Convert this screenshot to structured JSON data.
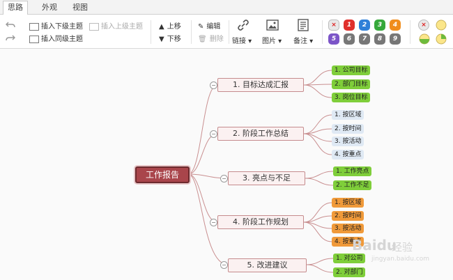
{
  "tabs": [
    {
      "label": "思路",
      "active": true
    },
    {
      "label": "外观",
      "active": false
    },
    {
      "label": "视图",
      "active": false
    }
  ],
  "toolbar": {
    "insert_sub": "插入下级主题",
    "insert_parent": "插入上级主题",
    "insert_sibling": "插入同级主题",
    "move_up": "上移",
    "move_down": "下移",
    "edit": "编辑",
    "delete": "删除",
    "link": "链接",
    "image": "图片",
    "note": "备注",
    "priorities": [
      "×",
      "1",
      "2",
      "3",
      "4",
      "5",
      "6",
      "7",
      "8",
      "9"
    ],
    "priority_colors": [
      "#e8e8e8",
      "#e0302c",
      "#2f80d8",
      "#36a83b",
      "#f08d1c",
      "#7c55c8",
      "#777777",
      "#777777",
      "#777777",
      "#777777"
    ]
  },
  "mindmap": {
    "root": "工作报告",
    "branches": [
      {
        "label": "1. 目标达成汇报",
        "children": [
          "1. 公司目标",
          "2. 部门目标",
          "3. 岗位目标"
        ],
        "color": "green"
      },
      {
        "label": "2. 阶段工作总结",
        "children": [
          "1. 按区域",
          "2. 按时间",
          "3. 按活动",
          "4. 按重点"
        ],
        "color": "blue"
      },
      {
        "label": "3. 亮点与不足",
        "children": [
          "1. 工作亮点",
          "2. 工作不足"
        ],
        "color": "green"
      },
      {
        "label": "4. 阶段工作规划",
        "children": [
          "1. 按区域",
          "2. 按时间",
          "3. 按活动",
          "4. 按重点"
        ],
        "color": "orange"
      },
      {
        "label": "5. 改进建议",
        "children": [
          "1. 对公司",
          "2. 对部门"
        ],
        "color": "green"
      }
    ]
  },
  "watermark": {
    "brand": "Baidu",
    "suffix": "经验",
    "url": "jingyan.baidu.com"
  }
}
